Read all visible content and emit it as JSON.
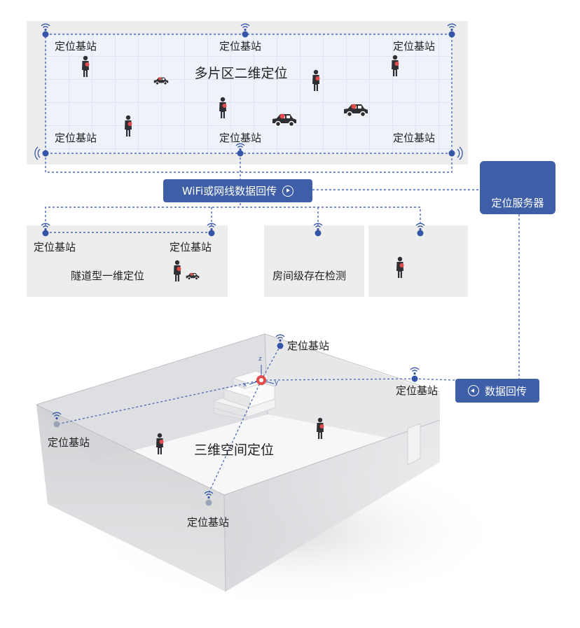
{
  "top_panel": {
    "title": "多片区二维定位",
    "stations": [
      "定位基站",
      "定位基站",
      "定位基站",
      "定位基站",
      "定位基站",
      "定位基站"
    ]
  },
  "wifi_button": {
    "label": "WiFi或网线数据回传",
    "icon": "play-circle-icon"
  },
  "server": {
    "label": "定位服务器",
    "icon": "server-computer-icon"
  },
  "tunnel_panel": {
    "title": "隧道型一维定位",
    "stations": [
      "定位基站",
      "定位基站"
    ]
  },
  "room_panel": {
    "title": "房间级存在检测"
  },
  "presence_panel": {
    "title": ""
  },
  "space_3d": {
    "title": "三维空间定位",
    "stations": [
      "定位基站",
      "定位基站",
      "定位基站",
      "定位基站"
    ],
    "axes": [
      "z",
      "x",
      "y"
    ]
  },
  "data_return_button": {
    "label": "数据回传",
    "icon": "back-circle-icon"
  },
  "colors": {
    "accent": "#3e5fa8",
    "dot": "#3556a8",
    "tag": "#e24b4b",
    "panel": "#ededed"
  }
}
